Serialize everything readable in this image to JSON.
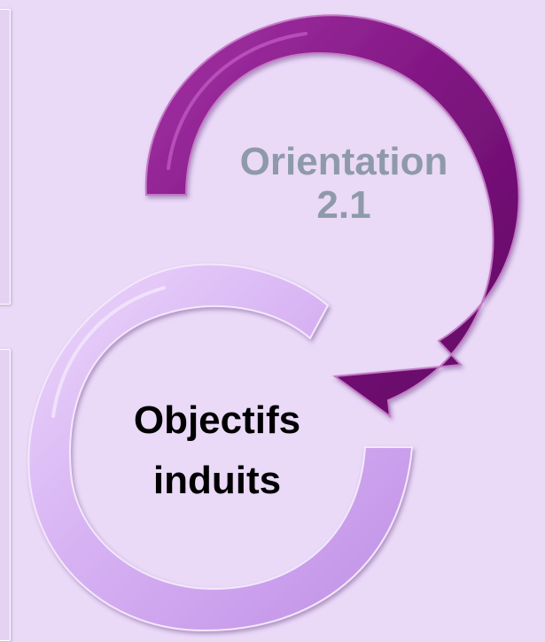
{
  "diagram": {
    "orientation": {
      "line1": "Orientation",
      "line2": "2.1"
    },
    "objectifs": {
      "line1": "Objectifs",
      "line2": "induits"
    }
  },
  "colors": {
    "background": "#ead9f7",
    "upper_arrow": "#7e1480",
    "lower_ring": "#d7b2f3",
    "orientation_text": "#8e9aac",
    "objectifs_text": "#000000"
  }
}
